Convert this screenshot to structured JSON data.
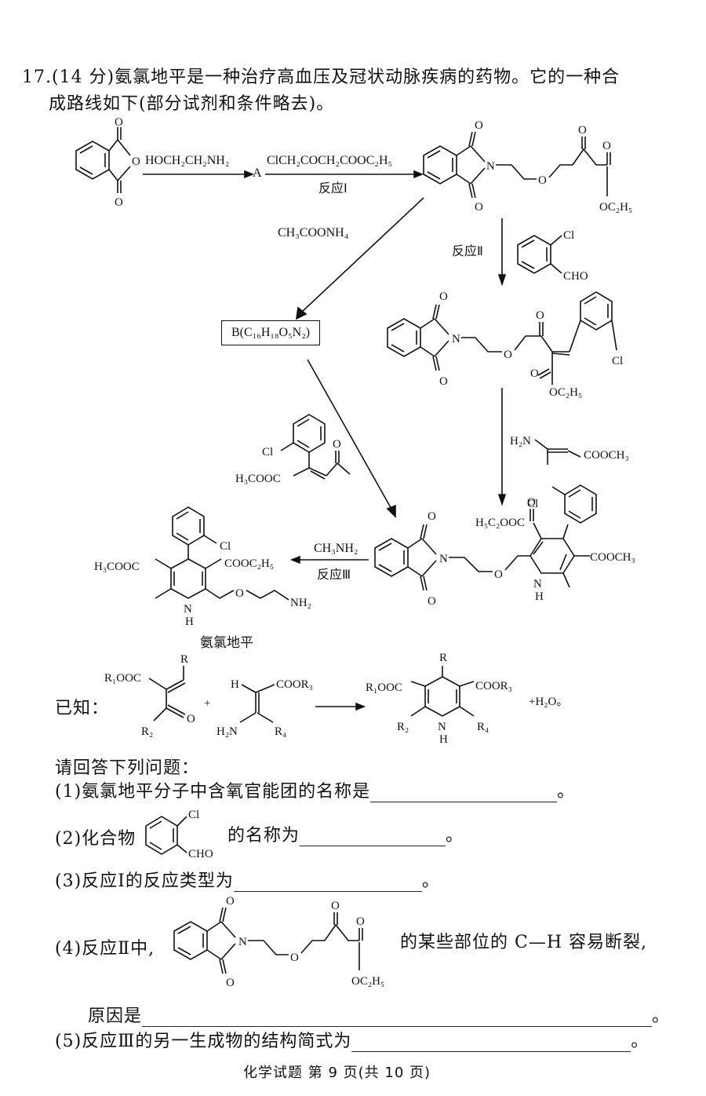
{
  "question": {
    "line1": "17.(14 分)氨氯地平是一种治疗高血压及冠状动脉疾病的药物。它的一种合",
    "line2": "成路线如下(部分试剂和条件略去)。"
  },
  "scheme": {
    "step1_reagent": "HOCH₂CH₂NH₂",
    "intermediate_a": "A",
    "step2_reagent": "ClCH₂COCH₂COOC₂H₅",
    "reaction1": "反应Ⅰ",
    "reaction2": "反应Ⅱ",
    "reaction3": "反应Ⅲ",
    "ammonium_acetate": "CH₃COONH₄",
    "compound_b": "B(C₁₆H₁₈O₅N₂)",
    "methylamine": "CH₃NH₂",
    "enamine_reagent_h2n": "H₂N",
    "enamine_reagent_ester": "COOCH₃",
    "product_name": "氨氯地平",
    "labels": {
      "O": "O",
      "N": "N",
      "Cl": "Cl",
      "CHO": "CHO",
      "OC2H5": "OC₂H₅",
      "H3COOC": "H₃COOC",
      "H5C2OOC": "H₅C₂OOC",
      "COOC2H5": "COOC₂H₅",
      "COOCH3": "COOCH₃",
      "NH": "N",
      "H": "H",
      "NH2": "NH₂"
    }
  },
  "known": {
    "label": "已知：",
    "r1ooc": "R₁OOC",
    "r": "R",
    "r2": "R₂",
    "o": "O",
    "plus": "+",
    "h": "H",
    "coor3": "COOR₃",
    "h2n": "H₂N",
    "r4": "R₄",
    "n": "N",
    "nh_h": "H",
    "water": "+H₂O。"
  },
  "questions": {
    "intro": "请回答下列问题：",
    "q1": "(1)氨氯地平分子中含氧官能团的名称是",
    "q1_end": "。",
    "q2_a": "(2)化合物",
    "q2_b": "的名称为",
    "q2_end": "。",
    "q2_cl": "Cl",
    "q2_cho": "CHO",
    "q3": "(3)反应Ⅰ的反应类型为",
    "q3_end": "。",
    "q4_a": "(4)反应Ⅱ中,",
    "q4_b": "的某些部位的 C—H 容易断裂,",
    "q4_reason": "原因是",
    "q4_end": "。",
    "q4_o": "O",
    "q4_n": "N",
    "q4_oc2h5": "OC₂H₅",
    "q5": "(5)反应Ⅲ的另一生成物的结构简式为",
    "q5_end": "。"
  },
  "footer": "化学试题 第 9 页(共 10 页)"
}
